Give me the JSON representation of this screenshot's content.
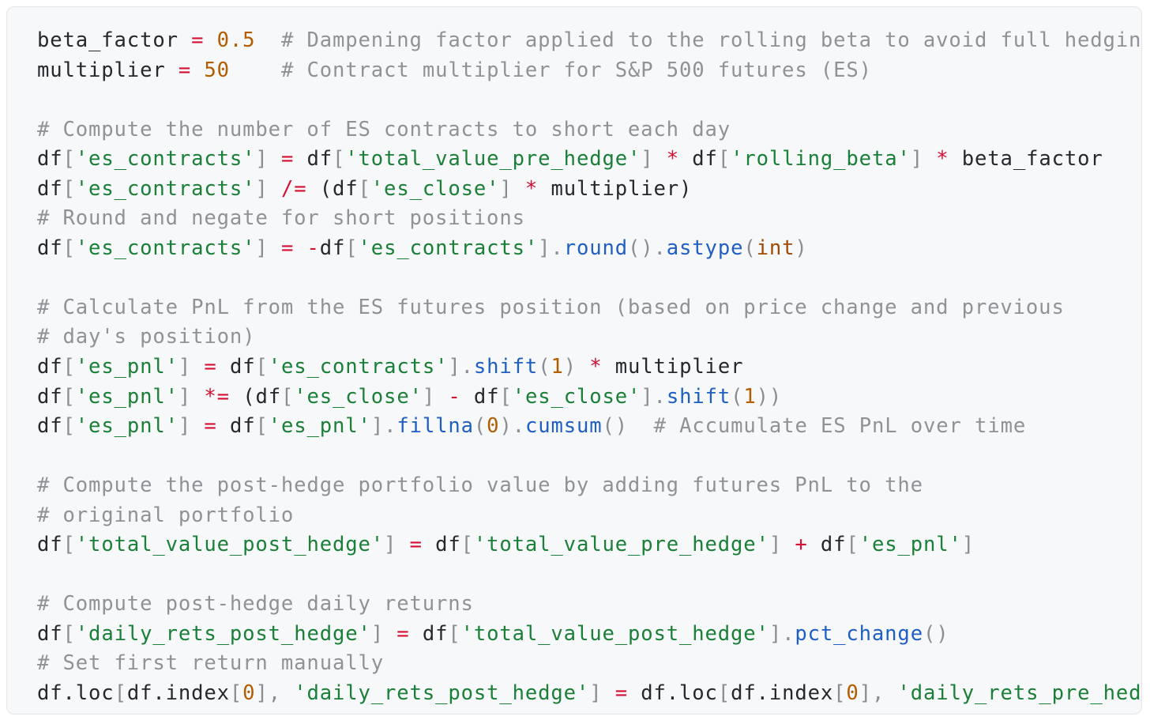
{
  "code_block": {
    "language": "python",
    "lines": [
      [
        [
          "id",
          "beta_factor"
        ],
        [
          "t",
          " "
        ],
        [
          "op",
          "="
        ],
        [
          "t",
          " "
        ],
        [
          "num",
          "0.5"
        ],
        [
          "t",
          "  "
        ],
        [
          "cm",
          "# Dampening factor applied to the rolling beta to avoid full hedging"
        ]
      ],
      [
        [
          "id",
          "multiplier"
        ],
        [
          "t",
          " "
        ],
        [
          "op",
          "="
        ],
        [
          "t",
          " "
        ],
        [
          "num",
          "50"
        ],
        [
          "t",
          "    "
        ],
        [
          "cm",
          "# Contract multiplier for S&P 500 futures (ES)"
        ]
      ],
      [],
      [
        [
          "cm",
          "# Compute the number of ES contracts to short each day"
        ]
      ],
      [
        [
          "id",
          "df"
        ],
        [
          "p",
          "["
        ],
        [
          "str",
          "'es_contracts'"
        ],
        [
          "p",
          "]"
        ],
        [
          "t",
          " "
        ],
        [
          "op",
          "="
        ],
        [
          "t",
          " "
        ],
        [
          "id",
          "df"
        ],
        [
          "p",
          "["
        ],
        [
          "str",
          "'total_value_pre_hedge'"
        ],
        [
          "p",
          "]"
        ],
        [
          "t",
          " "
        ],
        [
          "op",
          "*"
        ],
        [
          "t",
          " "
        ],
        [
          "id",
          "df"
        ],
        [
          "p",
          "["
        ],
        [
          "str",
          "'rolling_beta'"
        ],
        [
          "p",
          "]"
        ],
        [
          "t",
          " "
        ],
        [
          "op",
          "*"
        ],
        [
          "t",
          " "
        ],
        [
          "id",
          "beta_factor"
        ]
      ],
      [
        [
          "id",
          "df"
        ],
        [
          "p",
          "["
        ],
        [
          "str",
          "'es_contracts'"
        ],
        [
          "p",
          "]"
        ],
        [
          "t",
          " "
        ],
        [
          "op",
          "/="
        ],
        [
          "t",
          " "
        ],
        [
          "id",
          "(df"
        ],
        [
          "p",
          "["
        ],
        [
          "str",
          "'es_close'"
        ],
        [
          "p",
          "]"
        ],
        [
          "t",
          " "
        ],
        [
          "op",
          "*"
        ],
        [
          "t",
          " "
        ],
        [
          "id",
          "multiplier)"
        ]
      ],
      [
        [
          "cm",
          "# Round and negate for short positions"
        ]
      ],
      [
        [
          "id",
          "df"
        ],
        [
          "p",
          "["
        ],
        [
          "str",
          "'es_contracts'"
        ],
        [
          "p",
          "]"
        ],
        [
          "t",
          " "
        ],
        [
          "op",
          "="
        ],
        [
          "t",
          " "
        ],
        [
          "op",
          "-"
        ],
        [
          "id",
          "df"
        ],
        [
          "p",
          "["
        ],
        [
          "str",
          "'es_contracts'"
        ],
        [
          "p",
          "]."
        ],
        [
          "fn",
          "round"
        ],
        [
          "p",
          "()."
        ],
        [
          "fn",
          "astype"
        ],
        [
          "p",
          "("
        ],
        [
          "bi",
          "int"
        ],
        [
          "p",
          ")"
        ]
      ],
      [],
      [
        [
          "cm",
          "# Calculate PnL from the ES futures position (based on price change and previous"
        ]
      ],
      [
        [
          "cm",
          "# day's position)"
        ]
      ],
      [
        [
          "id",
          "df"
        ],
        [
          "p",
          "["
        ],
        [
          "str",
          "'es_pnl'"
        ],
        [
          "p",
          "]"
        ],
        [
          "t",
          " "
        ],
        [
          "op",
          "="
        ],
        [
          "t",
          " "
        ],
        [
          "id",
          "df"
        ],
        [
          "p",
          "["
        ],
        [
          "str",
          "'es_contracts'"
        ],
        [
          "p",
          "]."
        ],
        [
          "fn",
          "shift"
        ],
        [
          "p",
          "("
        ],
        [
          "num",
          "1"
        ],
        [
          "p",
          ")"
        ],
        [
          "t",
          " "
        ],
        [
          "op",
          "*"
        ],
        [
          "t",
          " "
        ],
        [
          "id",
          "multiplier"
        ]
      ],
      [
        [
          "id",
          "df"
        ],
        [
          "p",
          "["
        ],
        [
          "str",
          "'es_pnl'"
        ],
        [
          "p",
          "]"
        ],
        [
          "t",
          " "
        ],
        [
          "op",
          "*="
        ],
        [
          "t",
          " "
        ],
        [
          "id",
          "(df"
        ],
        [
          "p",
          "["
        ],
        [
          "str",
          "'es_close'"
        ],
        [
          "p",
          "]"
        ],
        [
          "t",
          " "
        ],
        [
          "op",
          "-"
        ],
        [
          "t",
          " "
        ],
        [
          "id",
          "df"
        ],
        [
          "p",
          "["
        ],
        [
          "str",
          "'es_close'"
        ],
        [
          "p",
          "]."
        ],
        [
          "fn",
          "shift"
        ],
        [
          "p",
          "("
        ],
        [
          "num",
          "1"
        ],
        [
          "p",
          "))"
        ]
      ],
      [
        [
          "id",
          "df"
        ],
        [
          "p",
          "["
        ],
        [
          "str",
          "'es_pnl'"
        ],
        [
          "p",
          "]"
        ],
        [
          "t",
          " "
        ],
        [
          "op",
          "="
        ],
        [
          "t",
          " "
        ],
        [
          "id",
          "df"
        ],
        [
          "p",
          "["
        ],
        [
          "str",
          "'es_pnl'"
        ],
        [
          "p",
          "]."
        ],
        [
          "fn",
          "fillna"
        ],
        [
          "p",
          "("
        ],
        [
          "num",
          "0"
        ],
        [
          "p",
          ")."
        ],
        [
          "fn",
          "cumsum"
        ],
        [
          "p",
          "()"
        ],
        [
          "t",
          "  "
        ],
        [
          "cm",
          "# Accumulate ES PnL over time"
        ]
      ],
      [],
      [
        [
          "cm",
          "# Compute the post-hedge portfolio value by adding futures PnL to the"
        ]
      ],
      [
        [
          "cm",
          "# original portfolio"
        ]
      ],
      [
        [
          "id",
          "df"
        ],
        [
          "p",
          "["
        ],
        [
          "str",
          "'total_value_post_hedge'"
        ],
        [
          "p",
          "]"
        ],
        [
          "t",
          " "
        ],
        [
          "op",
          "="
        ],
        [
          "t",
          " "
        ],
        [
          "id",
          "df"
        ],
        [
          "p",
          "["
        ],
        [
          "str",
          "'total_value_pre_hedge'"
        ],
        [
          "p",
          "]"
        ],
        [
          "t",
          " "
        ],
        [
          "op",
          "+"
        ],
        [
          "t",
          " "
        ],
        [
          "id",
          "df"
        ],
        [
          "p",
          "["
        ],
        [
          "str",
          "'es_pnl'"
        ],
        [
          "p",
          "]"
        ]
      ],
      [],
      [
        [
          "cm",
          "# Compute post-hedge daily returns"
        ]
      ],
      [
        [
          "id",
          "df"
        ],
        [
          "p",
          "["
        ],
        [
          "str",
          "'daily_rets_post_hedge'"
        ],
        [
          "p",
          "]"
        ],
        [
          "t",
          " "
        ],
        [
          "op",
          "="
        ],
        [
          "t",
          " "
        ],
        [
          "id",
          "df"
        ],
        [
          "p",
          "["
        ],
        [
          "str",
          "'total_value_post_hedge'"
        ],
        [
          "p",
          "]."
        ],
        [
          "fn",
          "pct_change"
        ],
        [
          "p",
          "()"
        ]
      ],
      [
        [
          "cm",
          "# Set first return manually"
        ]
      ],
      [
        [
          "id",
          "df.loc"
        ],
        [
          "p",
          "["
        ],
        [
          "id",
          "df.index"
        ],
        [
          "p",
          "["
        ],
        [
          "num",
          "0"
        ],
        [
          "p",
          "],"
        ],
        [
          "t",
          " "
        ],
        [
          "str",
          "'daily_rets_post_hedge'"
        ],
        [
          "p",
          "]"
        ],
        [
          "t",
          " "
        ],
        [
          "op",
          "="
        ],
        [
          "t",
          " "
        ],
        [
          "id",
          "df.loc"
        ],
        [
          "p",
          "["
        ],
        [
          "id",
          "df.index"
        ],
        [
          "p",
          "["
        ],
        [
          "num",
          "0"
        ],
        [
          "p",
          "],"
        ],
        [
          "t",
          " "
        ],
        [
          "str",
          "'daily_rets_pre_hedge'"
        ]
      ]
    ]
  }
}
